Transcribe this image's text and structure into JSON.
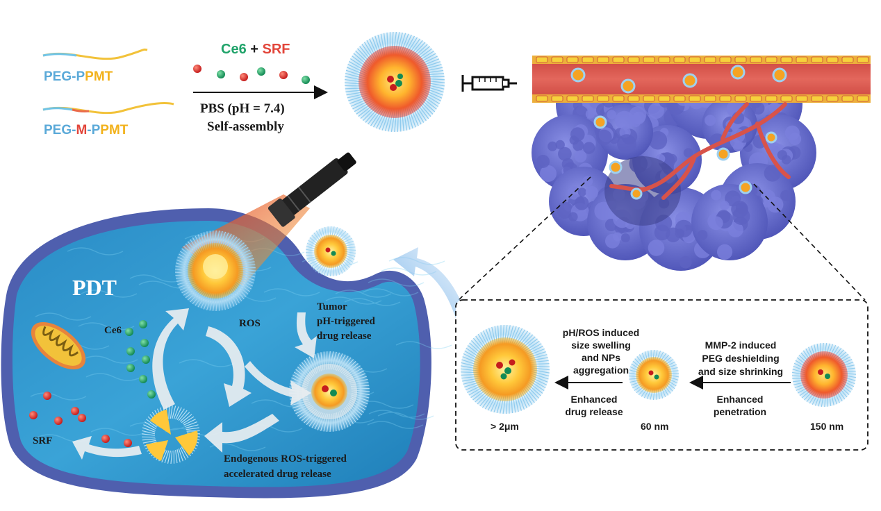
{
  "colors": {
    "peg": "#5aa9d8",
    "linker": "#e2453a",
    "pmt": "#f2b21c",
    "ce6": "#20a36a",
    "srf": "#d92d2d",
    "cell_blue": "#2f93c9",
    "membrane": "#4f5fae",
    "tumor": "#6a6fd0",
    "vessel": "#d8534a"
  },
  "polymers": {
    "peg_ppmt": {
      "peg": "PEG-",
      "p": "P",
      "pmt": "PMT"
    },
    "peg_m_ppmt": {
      "peg": "PEG-",
      "m": "M",
      "dash": "-",
      "p": "P",
      "pmt": "PMT"
    }
  },
  "assembly": {
    "ce6": "Ce6",
    "plus": " + ",
    "srf": "SRF",
    "buffer": "PBS (pH = 7.4)",
    "process": "Self-assembly"
  },
  "cell": {
    "pdt": "PDT",
    "ros": "ROS",
    "ce6": "Ce6",
    "srf": "SRF",
    "tumor_release_1": "Tumor",
    "tumor_release_2": "pH-triggered",
    "tumor_release_3": "drug release",
    "endo_release_1": "Endogenous ROS-triggered",
    "endo_release_2": "accelerated drug release"
  },
  "inset": {
    "size_large": "> 2μm",
    "size_mid": "60 nm",
    "size_small": "150 nm",
    "swelling_1": "pH/ROS induced",
    "swelling_2": "size swelling",
    "swelling_3": "and NPs",
    "swelling_4": "aggregation",
    "release_1": "Enhanced",
    "release_2": "drug release",
    "shrink_1": "MMP-2 induced",
    "shrink_2": "PEG deshielding",
    "shrink_3": "and size shrinking",
    "penetration_1": "Enhanced",
    "penetration_2": "penetration"
  }
}
